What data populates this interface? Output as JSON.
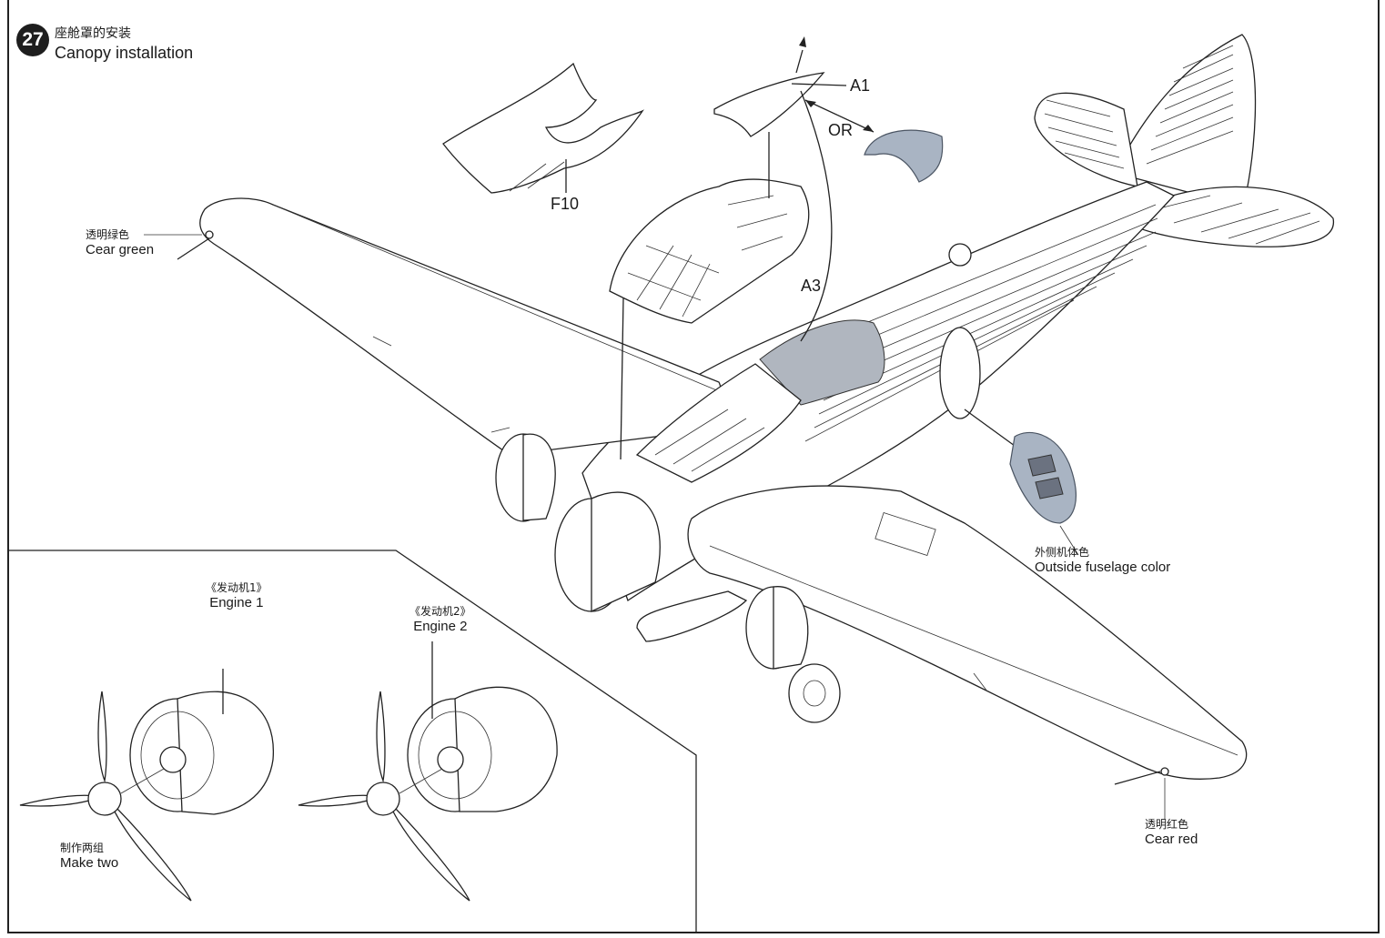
{
  "step": {
    "number": "27",
    "title_cn": "座舱罩的安装",
    "title_en": "Canopy installation"
  },
  "parts": {
    "a1": "A1",
    "a3": "A3",
    "f10": "F10",
    "or": "OR"
  },
  "callouts": {
    "wingtip_left": {
      "cn": "透明绿色",
      "en": "Cear green"
    },
    "wingtip_right": {
      "cn": "透明红色",
      "en": "Cear red"
    },
    "fuselage": {
      "cn": "外侧机体色",
      "en": "Outside fuselage color"
    }
  },
  "inset": {
    "engine1": {
      "cn": "《发动机1》",
      "en": "Engine 1"
    },
    "engine2": {
      "cn": "《发动机2》",
      "en": "Engine 2"
    },
    "make_two": {
      "cn": "制作两组",
      "en": "Make two"
    }
  },
  "colors": {
    "badge": "#1e1e1e",
    "part_grey": "#a9b4c3",
    "line": "#222222"
  }
}
